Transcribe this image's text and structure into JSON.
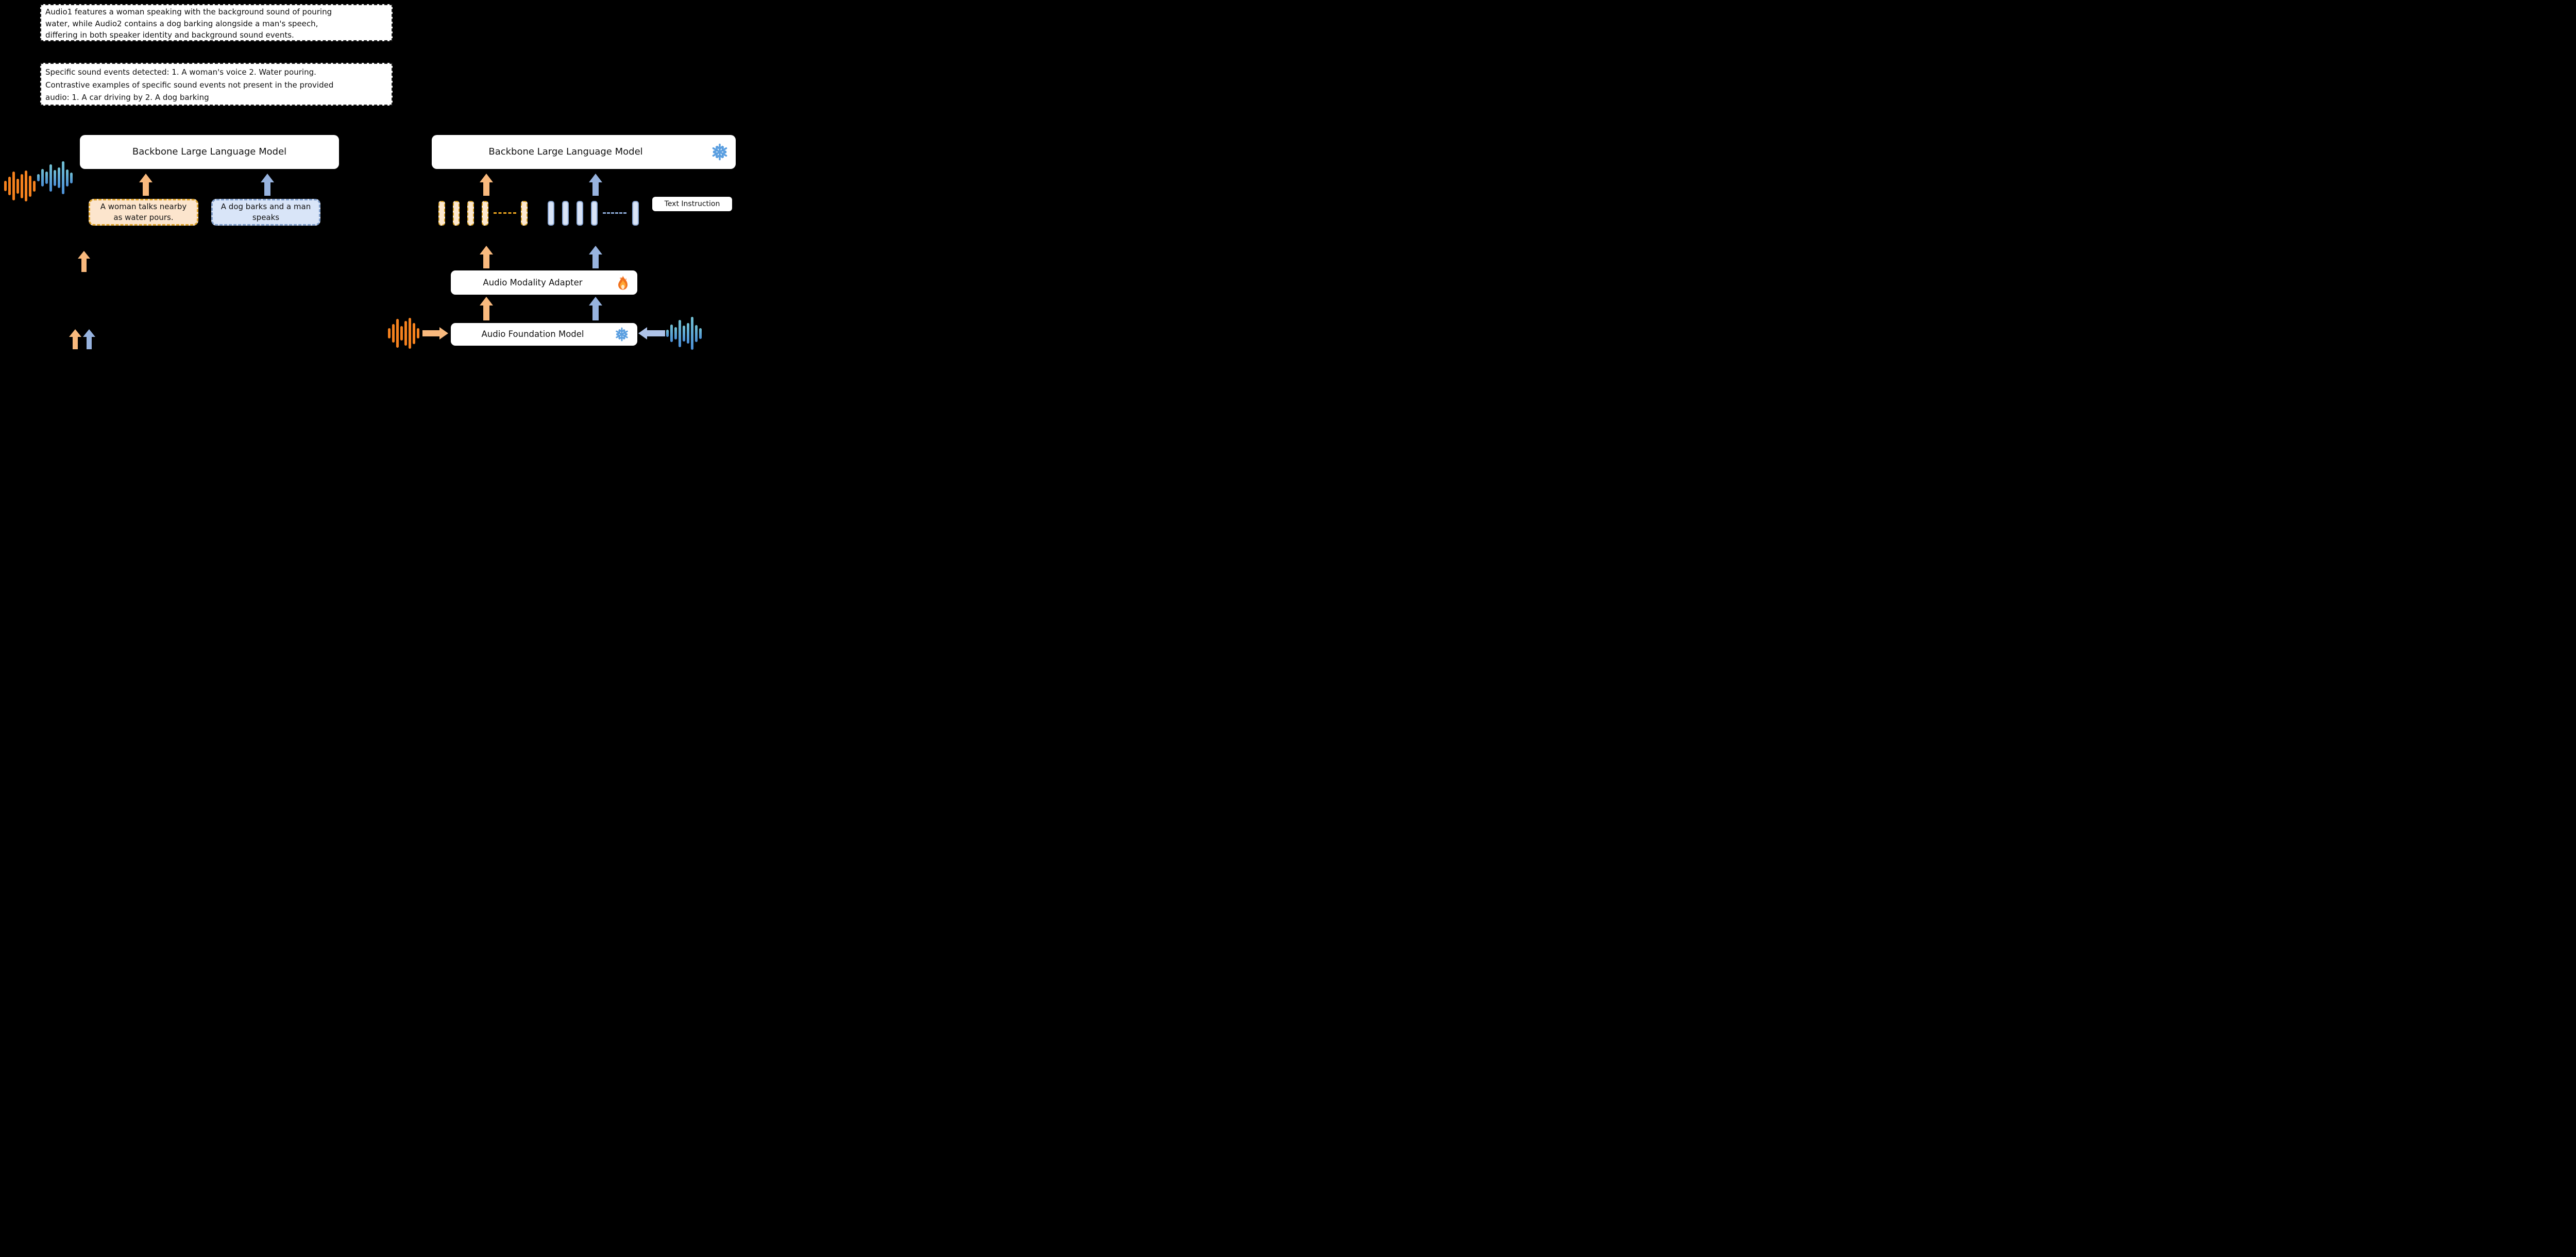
{
  "colors": {
    "background": "#000000",
    "orange_strong": "#F6821E",
    "orange_light": "#F9B97D",
    "blue_light": "#97B3DF",
    "wave_gradient_top": "#72C0D2",
    "wave_gradient_bottom": "#4C90D8",
    "caption_orange_fill": "#FCE5CD",
    "caption_orange_border": "#DCA22A",
    "caption_blue_fill": "#D9E5F8",
    "caption_blue_border": "#7E9CC9",
    "token_orange_fill": "#FDE8CF",
    "token_orange_border": "#D9A01D",
    "token_blue_fill": "#D9E4F7",
    "token_blue_border": "#8BA8D4",
    "snowflake_blue": "#5B9FE0"
  },
  "icons": {
    "frozen": "snowflake-icon",
    "trainable": "fire-icon",
    "audio_input_orange": "orange-waveform-icon",
    "audio_input_blue": "blue-waveform-icon"
  },
  "prompt_boxes": {
    "description_prompt": "Audio1 features a woman speaking with the background sound of pouring\nwater, while Audio2 contains a dog barking alongside a man's speech,\ndiffering in both speaker identity and background sound events.",
    "sound_event_prompt": "Specific sound events detected: 1. A woman's voice 2. Water pouring.\nContrastive examples of specific sound events not present in the provided\naudio: 1. A car driving by 2. A dog barking"
  },
  "left_diagram": {
    "llm_label": "Backbone Large Language Model",
    "orange_caption": "A woman talks nearby\nas water pours.",
    "blue_caption": "A dog barks and a man\nspeaks"
  },
  "right_diagram": {
    "llm_label": "Backbone Large Language Model",
    "text_instruction_label": "Text Instruction",
    "adapter_label": "Audio Modality Adapter",
    "foundation_label": "Audio Foundation Model"
  }
}
